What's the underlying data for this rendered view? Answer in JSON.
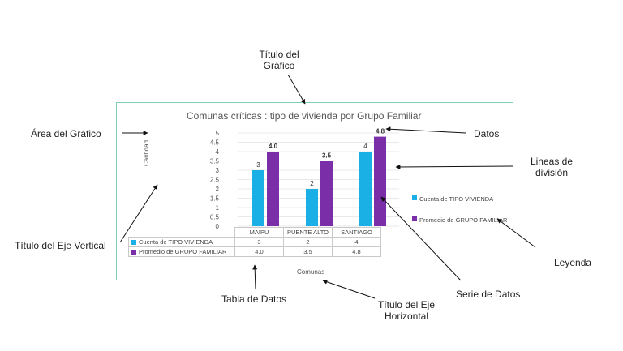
{
  "callouts": {
    "chart_title": [
      "Título del",
      "Gráfico"
    ],
    "chart_area": "Área del Gráfico",
    "data": "Datos",
    "gridlines": [
      "Lineas de",
      "división"
    ],
    "vertical_axis_title": "Título del Eje Vertical",
    "legend": "Leyenda",
    "data_table": "Tabla de Datos",
    "data_series": "Serie de Datos",
    "horizontal_axis_title": [
      "Título del Eje",
      "Horizontal"
    ]
  },
  "chart_data": {
    "type": "bar",
    "title": "Comunas críticas : tipo de vivienda por Grupo Familiar",
    "xlabel": "Comunas",
    "ylabel": "Cantidad",
    "categories": [
      "MAIPU",
      "PUENTE ALTO",
      "SANTIAGO"
    ],
    "ylim": [
      0,
      5
    ],
    "yticks": [
      "0",
      "0.5",
      "1",
      "1.5",
      "2",
      "2.5",
      "3",
      "3.5",
      "4",
      "4.5",
      "5"
    ],
    "series": [
      {
        "name": "Cuenta de TIPO VIVIENDA",
        "values": [
          3,
          2,
          4
        ],
        "labels": [
          "3",
          "2",
          "4"
        ],
        "color": "#1ab0e6"
      },
      {
        "name": "Promedio de GRUPO FAMILIAR",
        "values": [
          4.0,
          3.5,
          4.8
        ],
        "labels": [
          "4.0",
          "3.5",
          "4.8"
        ],
        "color": "#7a2ea8"
      }
    ],
    "grid": true,
    "legend_position": "right",
    "data_table": true
  }
}
